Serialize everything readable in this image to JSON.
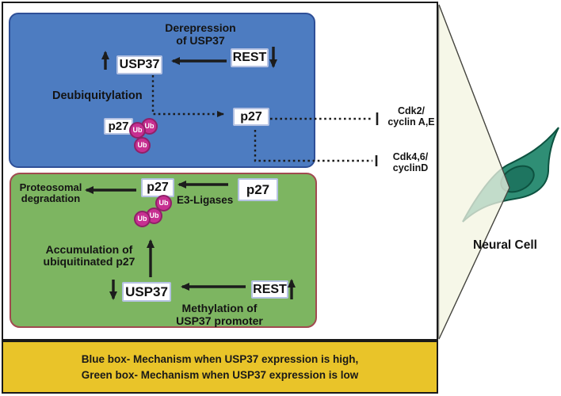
{
  "legend": {
    "line1": "Blue box- Mechanism when USP37 expression is high,",
    "line2": "Green box- Mechanism when USP37 expression is low"
  },
  "shared": {
    "ub": "Ub"
  },
  "blue_box": {
    "derepression": "Derepression\nof USP37",
    "rest": "REST",
    "usp37": "USP37",
    "deubiquitylation": "Deubiquitylation",
    "p27_ub": "p27",
    "p27_free": "p27"
  },
  "targets": {
    "cdk2": "Cdk2/\ncyclin A,E",
    "cdk4": "Cdk4,6/\ncyclinD"
  },
  "green_box": {
    "proteosomal": "Proteosomal\ndegradation",
    "p27_ub": "p27",
    "e3_ligases": "E3-Ligases",
    "p27_free": "p27",
    "accumulation": "Accumulation of\nubiquitinated p27",
    "usp37": "USP37",
    "rest": "REST",
    "methylation": "Methylation of\nUSP37 promoter"
  },
  "right_panel": {
    "neural_cell": "Neural Cell"
  },
  "colors": {
    "blue_box_fill": "#4d7cc1",
    "blue_box_border": "#2e4f97",
    "green_box_fill": "#7db561",
    "green_box_border": "#a14a50",
    "legend_fill": "#e9c429",
    "ub_fill": "#c72f91",
    "ub_border": "#8f2068",
    "node_fill": "#fefeff",
    "node_border": "#b5c2e2",
    "cell_fill": "#2f8e75",
    "cell_nucleus": "#1e7560",
    "cone_fill": "#f5f6e8"
  }
}
